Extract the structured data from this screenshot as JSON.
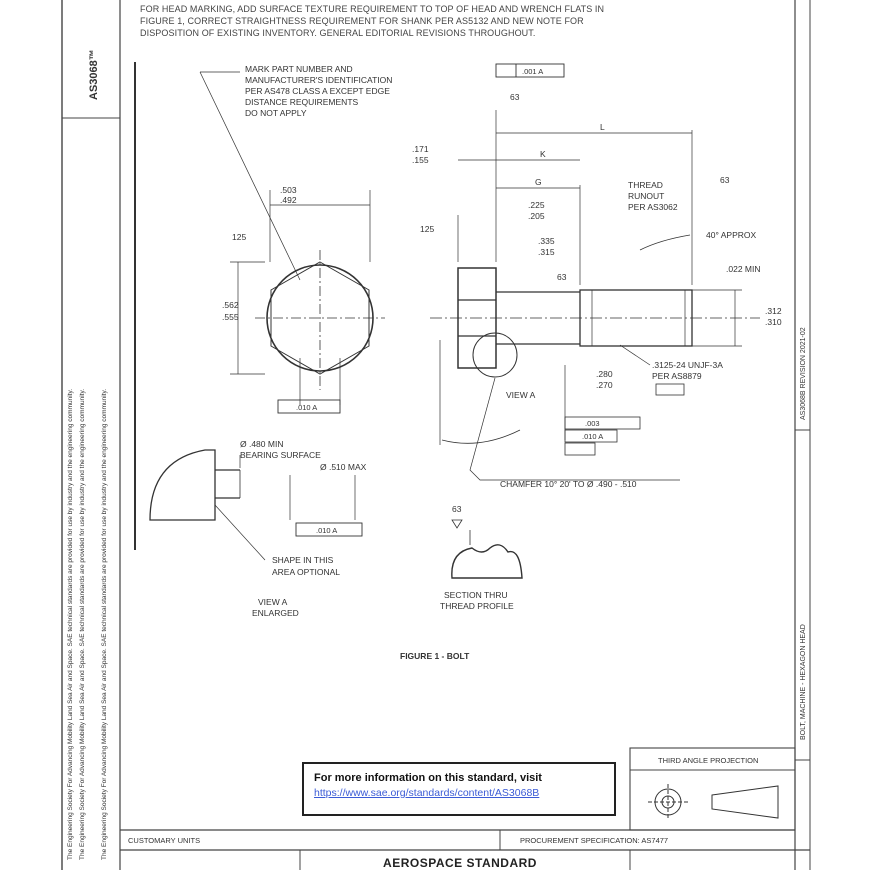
{
  "revision_note": {
    "line1": "FOR HEAD MARKING, ADD SURFACE TEXTURE REQUIREMENT TO TOP OF HEAD AND WRENCH FLATS IN",
    "line2": "FIGURE 1, CORRECT STRAIGHTNESS REQUIREMENT FOR SHANK PER AS5132 AND NEW NOTE FOR",
    "line3": "DISPOSITION OF EXISTING INVENTORY. GENERAL EDITORIAL REVISIONS THROUGHOUT."
  },
  "document_id": "AS3068™",
  "side_notice": "The Engineering Society For Advancing Mobility Land Sea Air and Space. SAE technical standards are provided for use by industry and the engineering community.",
  "notes": {
    "mark_part": [
      "MARK PART NUMBER AND",
      "MANUFACTURER'S IDENTIFICATION",
      "PER AS478 CLASS A EXCEPT EDGE",
      "DISTANCE REQUIREMENTS",
      "DO NOT APPLY"
    ],
    "thread_runout": [
      "THREAD",
      "RUNOUT",
      "PER AS3062"
    ],
    "approx_angle": "40° APPROX",
    "min_dim": ".022 MIN",
    "thread_spec": [
      ".3125-24 UNJF-3A",
      "PER AS8879"
    ],
    "view_a": "VIEW A",
    "chamfer": "CHAMFER 10° 20' TO Ø .490 - .510",
    "bearing": [
      "Ø .480 MIN",
      "BEARING SURFACE"
    ],
    "bearing_max": "Ø .510 MAX",
    "shape_optional": [
      "SHAPE IN THIS",
      "AREA OPTIONAL"
    ],
    "view_a_enlarged": [
      "VIEW A",
      "ENLARGED"
    ],
    "section_thru": [
      "SECTION THRU",
      "THREAD PROFILE"
    ]
  },
  "dimensions": {
    "datum_box": ".001 A",
    "roughness_1": "63",
    "roughness_2": "125",
    "across_flats": [
      ".503",
      ".492"
    ],
    "head_dia": [
      ".562",
      ".555"
    ],
    "head_ht": [
      ".171",
      ".155"
    ],
    "shank_len": [
      ".225",
      ".205"
    ],
    "shank_dia": [
      ".335",
      ".315"
    ],
    "thread_dia": [
      ".312",
      ".310"
    ],
    "shank_ref": [
      ".280",
      ".270"
    ],
    "fcf_1": ".010 A",
    "fcf_2": ".010 A",
    "fcf_3": ".003",
    "labels": {
      "L": "L",
      "K": "K",
      "G": "G",
      "A": "A"
    }
  },
  "figure_caption": "FIGURE 1 - BOLT",
  "info_box": {
    "title": "For more information on this standard, visit",
    "link": "https://www.sae.org/standards/content/AS3068B"
  },
  "title_block": {
    "customary_units": "CUSTOMARY UNITS",
    "procurement": "PROCUREMENT SPECIFICATION: AS7477",
    "projection": "THIRD ANGLE PROJECTION",
    "aerospace_standard": "AEROSPACE STANDARD",
    "right_strip_1": "BOLT, MACHINE - HEXAGON HEAD",
    "right_strip_2": "AS3068B   REVISION 2021-02"
  }
}
